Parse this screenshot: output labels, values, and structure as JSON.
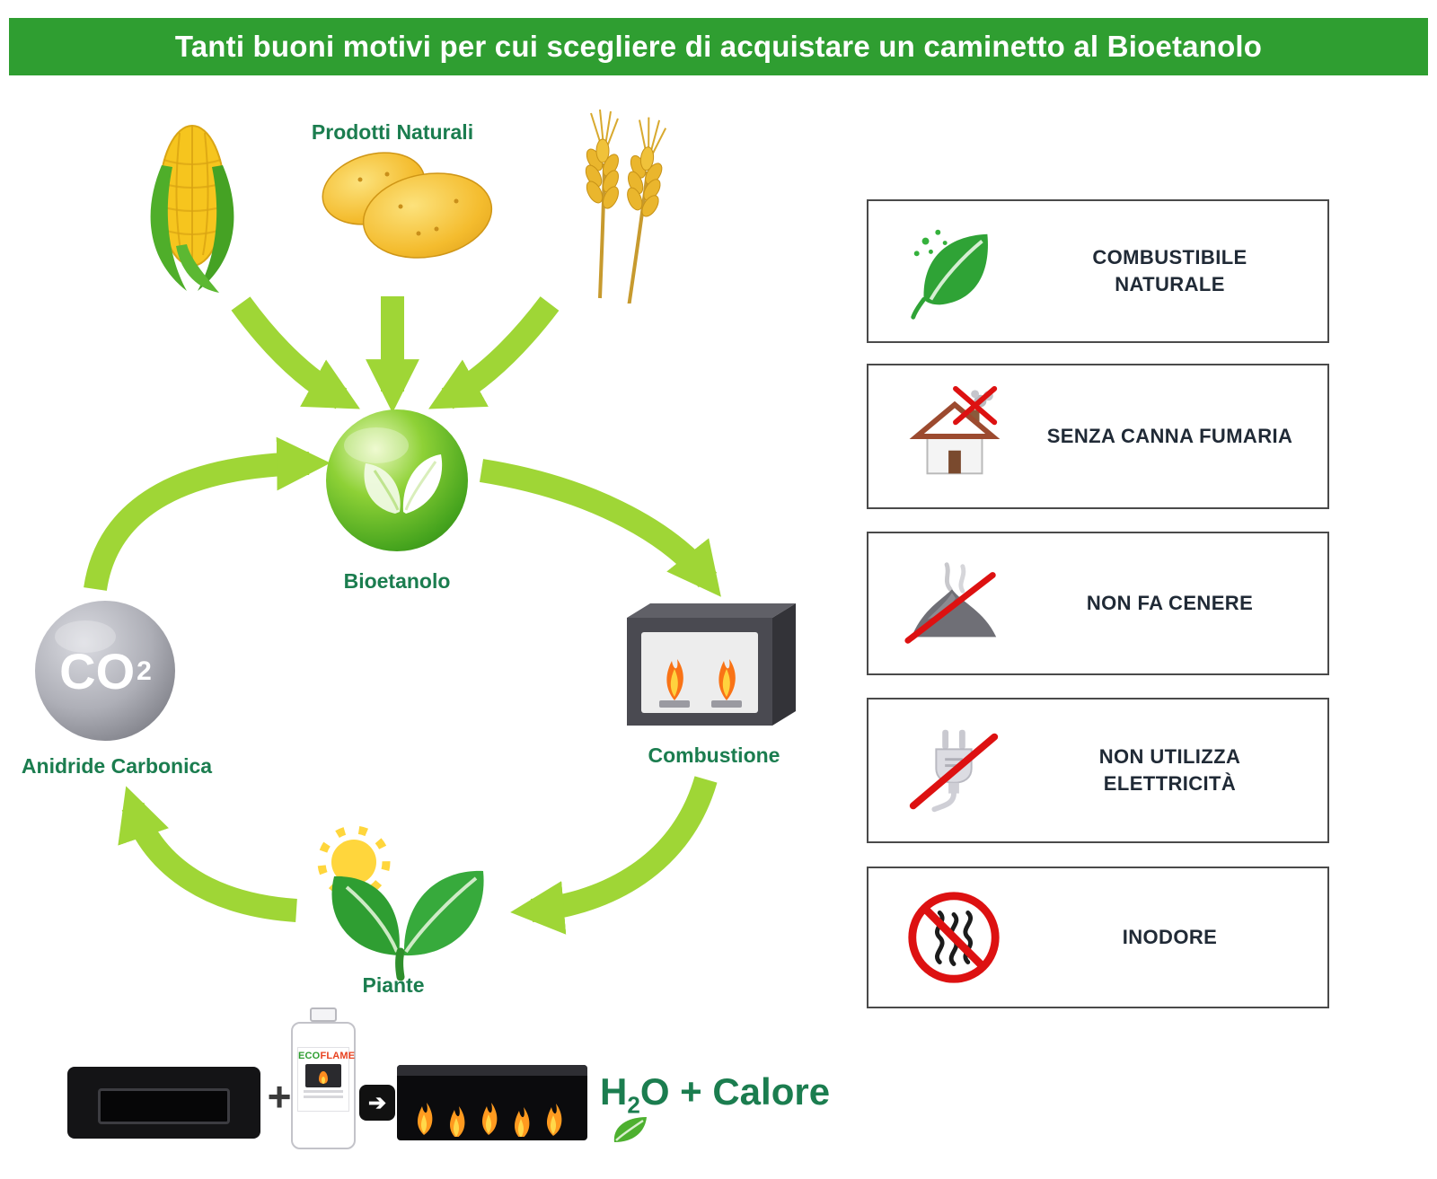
{
  "header": {
    "title": "Tanti buoni motivi per cui scegliere di acquistare un caminetto al Bioetanolo"
  },
  "cycle": {
    "products_label": "Prodotti Naturali",
    "bioethanol_label": "Bioetanolo",
    "combustion_label": "Combustione",
    "plants_label": "Piante",
    "co2_label": "Anidride Carbonica",
    "co2_formula": "CO",
    "co2_exponent": "2"
  },
  "benefits": [
    {
      "icon": "natural-fuel-leaf-icon",
      "label": "COMBUSTIBILE NATURALE"
    },
    {
      "icon": "no-chimney-house-icon",
      "label": "SENZA CANNA FUMARIA"
    },
    {
      "icon": "no-ash-icon",
      "label": "NON FA CENERE"
    },
    {
      "icon": "no-electricity-plug-icon",
      "label": "NON UTILIZZA ELETTRICITÀ"
    },
    {
      "icon": "no-odor-icon",
      "label": "INODORE"
    }
  ],
  "equation": {
    "plus_sign": "+",
    "bottle_brand_eco": "ECO",
    "bottle_brand_flame": "FLAME",
    "arrow_glyph": "➔",
    "result_element": "H",
    "result_subscript": "2",
    "result_rest": "O + Calore"
  },
  "colors": {
    "banner_green": "#2f9e31",
    "label_green": "#1b7d4f",
    "arrow_green": "#9fd636",
    "prohibition_red": "#dd1111"
  }
}
